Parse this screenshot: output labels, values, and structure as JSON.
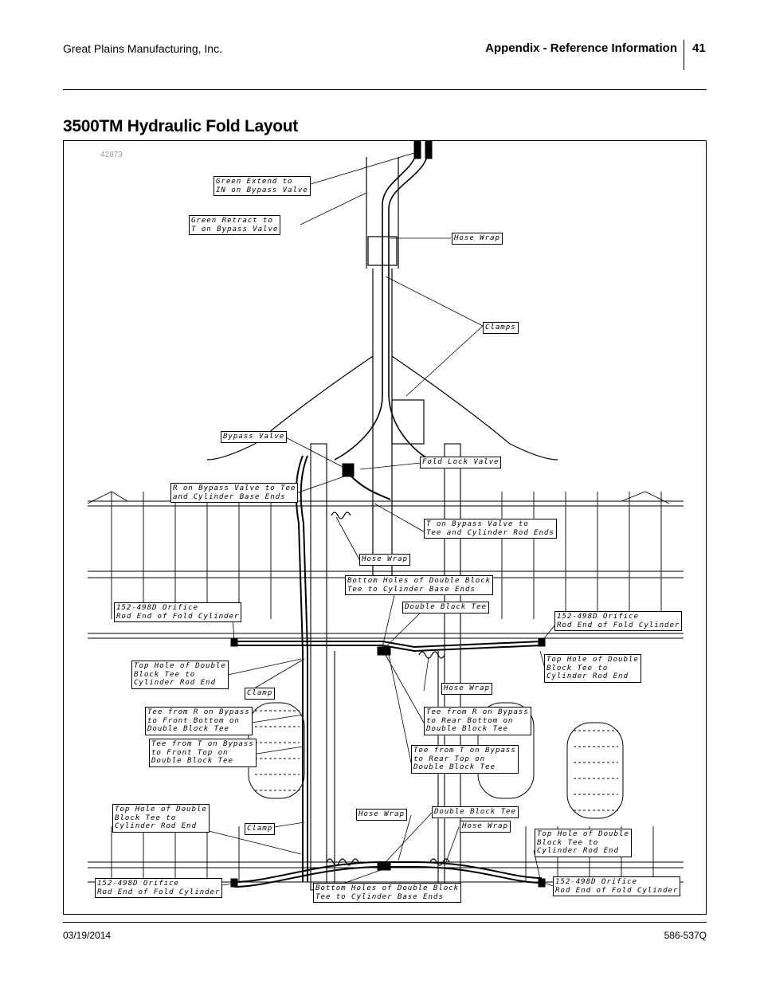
{
  "header": {
    "company": "Great Plains Manufacturing, Inc.",
    "section": "Appendix - Reference Information",
    "page_number": "41"
  },
  "title": "3500TM Hydraulic Fold Layout",
  "figure": {
    "figure_number": "42873",
    "callouts": [
      {
        "id": "green-extend",
        "lines": [
          "Green Extend to",
          "IN on Bypass Valve"
        ]
      },
      {
        "id": "green-retract",
        "lines": [
          "Green Retract to",
          "T on Bypass Valve"
        ]
      },
      {
        "id": "hose-wrap-top",
        "lines": [
          "Hose Wrap"
        ]
      },
      {
        "id": "clamps",
        "lines": [
          "Clamps"
        ]
      },
      {
        "id": "bypass-valve",
        "lines": [
          "Bypass Valve"
        ]
      },
      {
        "id": "fold-lock-valve",
        "lines": [
          "Fold Lock Valve"
        ]
      },
      {
        "id": "r-on-bypass",
        "lines": [
          "R on Bypass Valve to Tee",
          "and Cylinder Base Ends"
        ]
      },
      {
        "id": "t-on-bypass",
        "lines": [
          "T on Bypass Valve to",
          "Tee and Cylinder Rod Ends"
        ]
      },
      {
        "id": "hose-wrap-mid",
        "lines": [
          "Hose Wrap"
        ]
      },
      {
        "id": "bottom-holes-top",
        "lines": [
          "Bottom Holes of Double Block",
          "Tee to Cylinder Base Ends"
        ]
      },
      {
        "id": "orifice-left-top",
        "lines": [
          "152-498D Orifice",
          "Rod End of Fold Cylinder"
        ]
      },
      {
        "id": "double-block-tee-mid",
        "lines": [
          "Double Block Tee"
        ]
      },
      {
        "id": "orifice-right-top",
        "lines": [
          "152-498D Orifice",
          "Rod End of Fold Cylinder"
        ]
      },
      {
        "id": "top-hole-left-mid",
        "lines": [
          "Top Hole of Double",
          "Block Tee to",
          "Cylinder Rod End"
        ]
      },
      {
        "id": "top-hole-right-mid",
        "lines": [
          "Top Hole of Double",
          "Block Tee to",
          "Cylinder Rod End"
        ]
      },
      {
        "id": "clamp-mid",
        "lines": [
          "Clamp"
        ]
      },
      {
        "id": "hose-wrap-right-mid",
        "lines": [
          "Hose Wrap"
        ]
      },
      {
        "id": "tee-r-front",
        "lines": [
          "Tee from R on Bypass",
          "to Front Bottom on",
          "Double Block Tee"
        ]
      },
      {
        "id": "tee-r-rear",
        "lines": [
          "Tee from R on Bypass",
          "to Rear Bottom on",
          "Double Block Tee"
        ]
      },
      {
        "id": "tee-t-front",
        "lines": [
          "Tee from T on Bypass",
          "to Front Top on",
          "Double Block Tee"
        ]
      },
      {
        "id": "tee-t-rear",
        "lines": [
          "Tee from T on Bypass",
          "to Rear Top on",
          "Double Block Tee"
        ]
      },
      {
        "id": "top-hole-left-low",
        "lines": [
          "Top Hole of Double",
          "Block Tee to",
          "Cylinder Rod End"
        ]
      },
      {
        "id": "hose-wrap-low",
        "lines": [
          "Hose Wrap"
        ]
      },
      {
        "id": "double-block-tee-low",
        "lines": [
          "Double Block Tee"
        ]
      },
      {
        "id": "hose-wrap-low-right",
        "lines": [
          "Hose Wrap"
        ]
      },
      {
        "id": "clamp-low",
        "lines": [
          "Clamp"
        ]
      },
      {
        "id": "top-hole-right-low",
        "lines": [
          "Top Hole of Double",
          "Block Tee to",
          "Cylinder Rod End"
        ]
      },
      {
        "id": "orifice-left-low",
        "lines": [
          "152-498D Orifice",
          "Rod End of Fold Cylinder"
        ]
      },
      {
        "id": "bottom-holes-low",
        "lines": [
          "Bottom Holes of Double Block",
          "Tee to Cylinder Base Ends"
        ]
      },
      {
        "id": "orifice-right-low",
        "lines": [
          "152-498D Orifice",
          "Rod End of Fold Cylinder"
        ]
      }
    ]
  },
  "footer": {
    "date": "03/19/2014",
    "doc_number": "586-537Q"
  }
}
